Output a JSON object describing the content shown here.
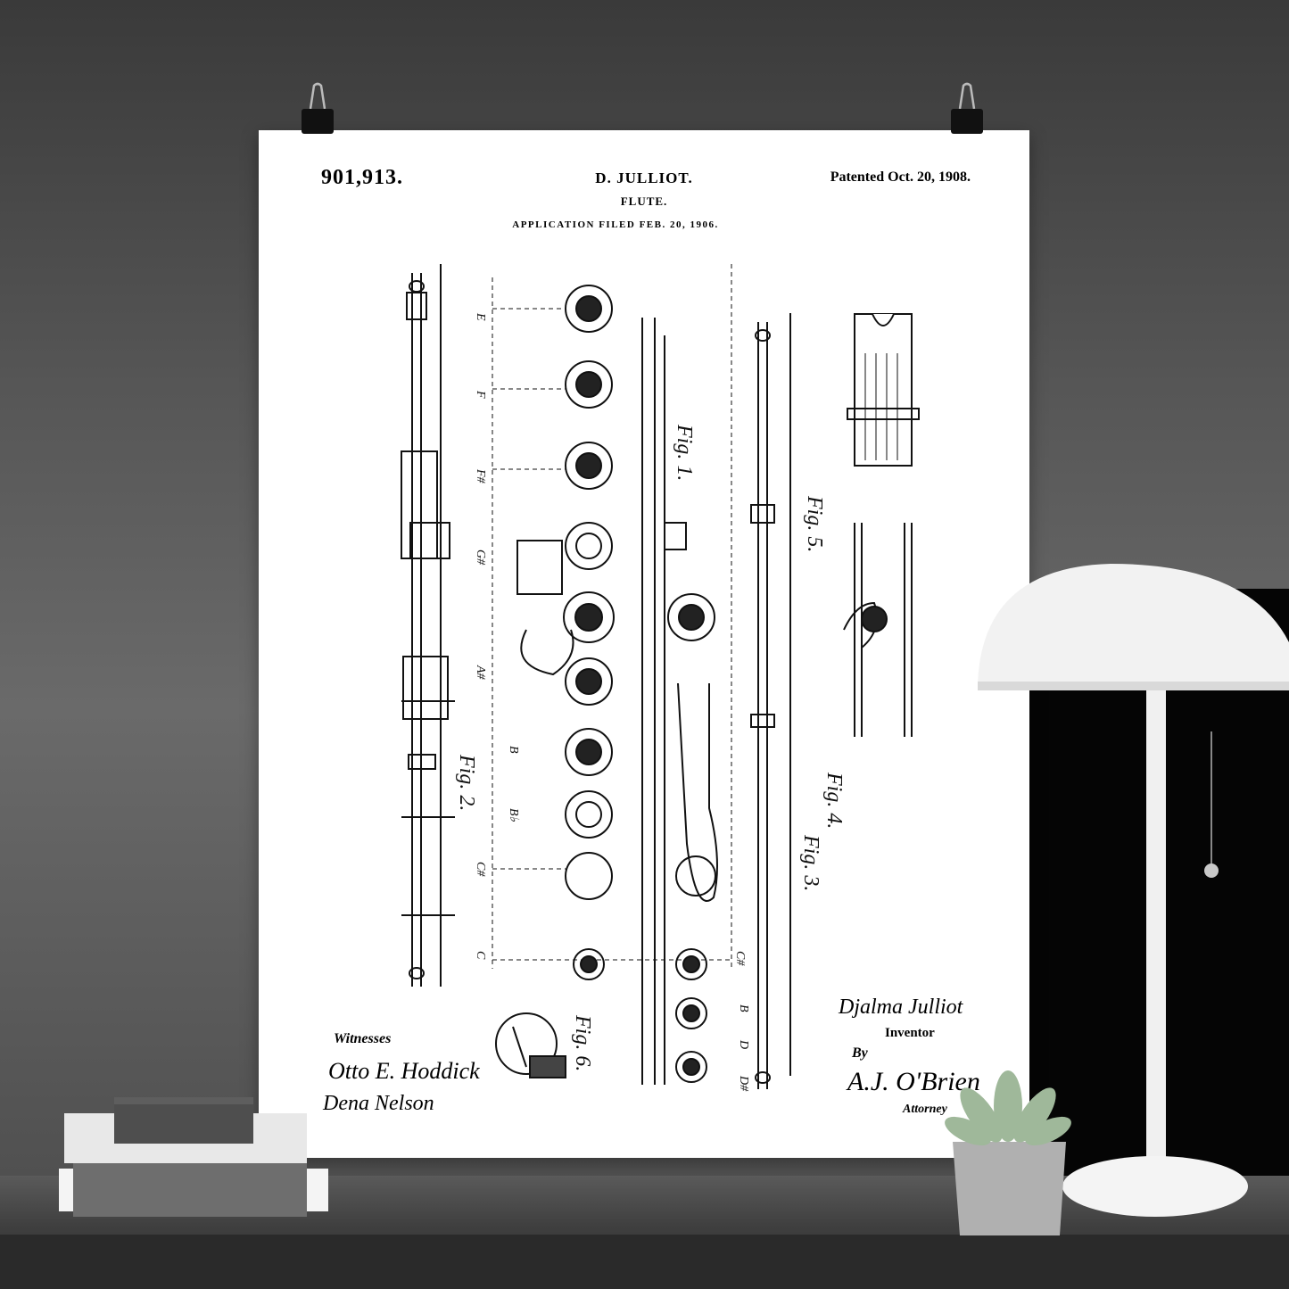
{
  "poster": {
    "patent_number": "901,913.",
    "inventor_header": "D. JULLIOT.",
    "title": "FLUTE.",
    "application_filed": "APPLICATION FILED FEB. 20, 1906.",
    "patented_date": "Patented Oct. 20, 1908.",
    "witnesses_label": "Witnesses",
    "witness_1": "Otto E. Hoddick",
    "witness_2": "Dena Nelson",
    "inventor_signature": "Djalma Julliot",
    "inventor_label": "Inventor",
    "by_label": "By",
    "attorney_signature": "A.J. O'Brien",
    "attorney_label": "Attorney"
  },
  "figure_labels": {
    "fig1": "Fig. 1.",
    "fig2": "Fig. 2.",
    "fig3": "Fig. 3.",
    "fig4": "Fig. 4.",
    "fig5": "Fig. 5.",
    "fig6": "Fig. 6."
  },
  "note_labels": [
    "E",
    "F",
    "F#",
    "G#",
    "A#",
    "B",
    "B♭",
    "C#",
    "C",
    "C#",
    "D",
    "B",
    "D#"
  ],
  "colors": {
    "wall": "#555555",
    "poster": "#ffffff",
    "ink": "#111111",
    "lamp": "#f2f2f2",
    "shelf": "#3f3f3f"
  }
}
